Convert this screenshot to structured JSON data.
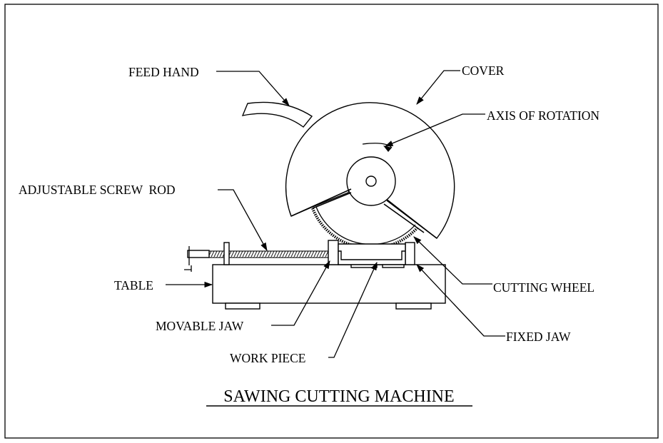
{
  "title": "SAWING CUTTING MACHINE",
  "labels": {
    "feed_hand": "FEED HAND",
    "cover": "COVER",
    "axis_of_rotation": "AXIS OF ROTATION",
    "adjustable_screw_rod": "ADJUSTABLE SCREW  ROD",
    "table": "TABLE",
    "cutting_wheel": "CUTTING WHEEL",
    "movable_jaw": "MOVABLE JAW",
    "fixed_jaw": "FIXED JAW",
    "work_piece": "WORK PIECE"
  }
}
